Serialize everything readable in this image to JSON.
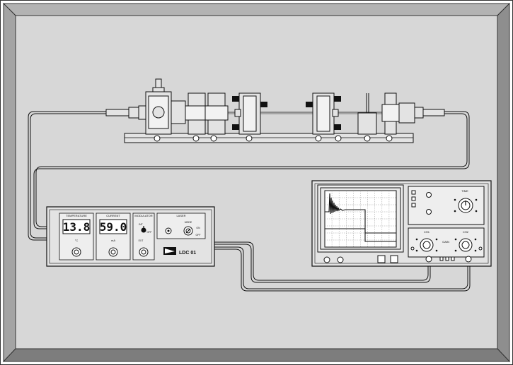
{
  "controller": {
    "temperature": {
      "heading": "TEMPERATURE",
      "display": "13.8",
      "unit": "°C"
    },
    "current": {
      "heading": "CURRENT",
      "display": "59.0",
      "unit": "mA"
    },
    "modulator": {
      "heading": "MODULATOR",
      "int_label": "INT",
      "off_label": "OFF",
      "ext_label": "EXT"
    },
    "laser": {
      "heading": "LASER",
      "mode_label": "MODE",
      "on_label": "ON",
      "off_label": "OFF"
    },
    "model_label": "LDC 01"
  },
  "oscilloscope": {
    "time_label": "TIME",
    "ch1_label": "CH1",
    "ch2_label": "CH2",
    "gain_label": "GAIN"
  },
  "colors": {
    "background_panel": "#d7d7d7",
    "frame_bevel": "#9a9a9a",
    "instrument_fill": "#e3e3e3",
    "line": "#111111"
  }
}
